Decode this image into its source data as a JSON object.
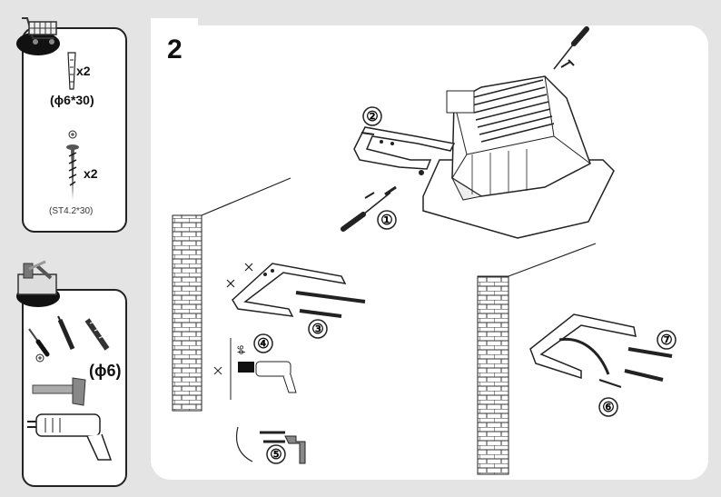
{
  "step": {
    "number": "2"
  },
  "parts": {
    "anchor_qty": "x2",
    "anchor_size": "(ɸ6*30)",
    "screw_qty": "x2",
    "screw_size": "(ST4.2*30)"
  },
  "tools": {
    "drill_size": "(ɸ6)"
  },
  "callouts": [
    "①",
    "②",
    "③",
    "④",
    "⑤",
    "⑥",
    "⑦"
  ],
  "drill_mark": "ɸ6"
}
